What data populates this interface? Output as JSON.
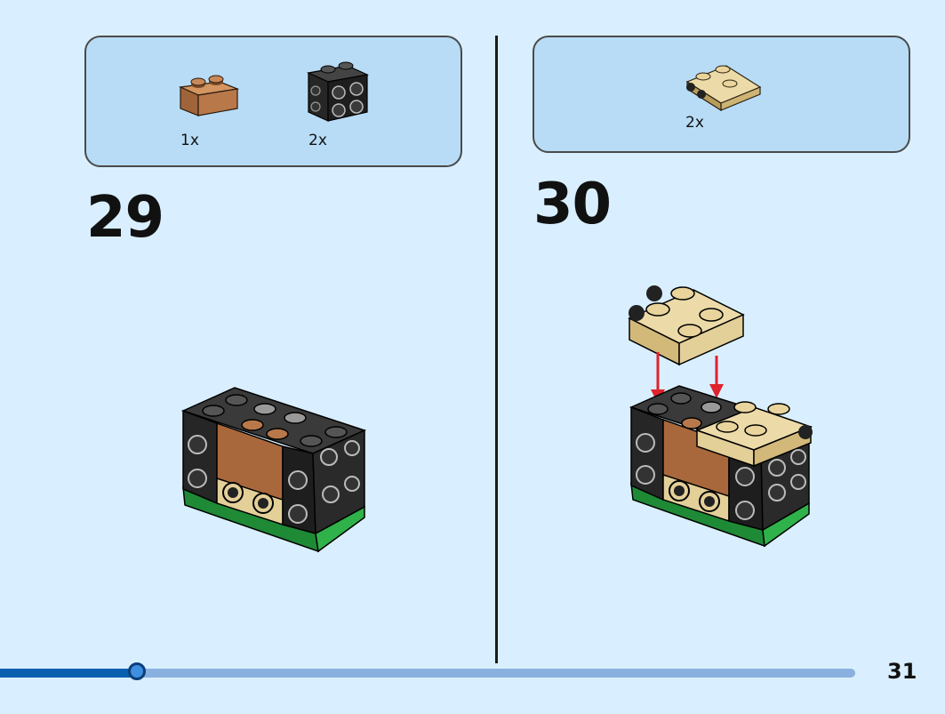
{
  "steps": [
    {
      "number": "29",
      "parts": [
        {
          "qty": "1x",
          "icon": "brick-1x2-medium-nougat"
        },
        {
          "qty": "2x",
          "icon": "brick-1x2-black-studs-on-sides"
        }
      ]
    },
    {
      "number": "30",
      "parts": [
        {
          "qty": "2x",
          "icon": "plate-tan-modified-with-side-studs"
        }
      ]
    }
  ],
  "page": {
    "number": "31",
    "progress": 0.16
  },
  "colors": {
    "background": "#d9efff",
    "parts_box": "#b8dcf6",
    "black_brick": "#1e1e1e",
    "nougat": "#b8784a",
    "tan": "#e3cf98",
    "green_plate": "#2fb24a",
    "arrow": "#e0222b",
    "progress": "#0b5fb0"
  }
}
